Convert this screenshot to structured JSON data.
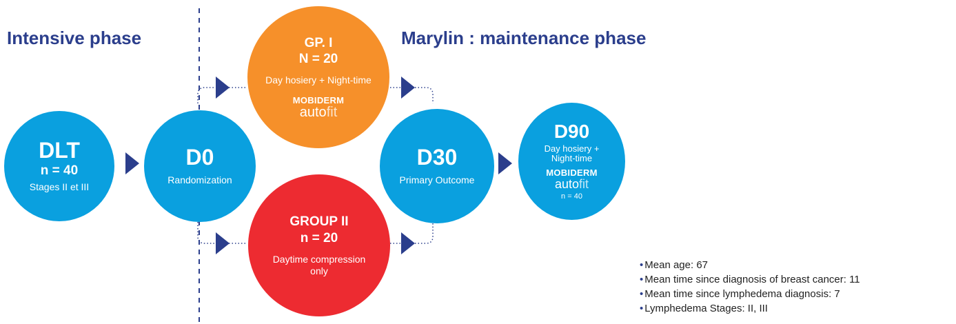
{
  "phases": {
    "intensive": "Intensive phase",
    "maintenance": "Marylin : maintenance phase"
  },
  "nodes": {
    "dlt": {
      "title": "DLT",
      "n": "n = 40",
      "desc": "Stages II et III",
      "color": "#0aa0df"
    },
    "d0": {
      "title": "D0",
      "desc": "Randomization",
      "color": "#0aa0df"
    },
    "gp1": {
      "title": "GP. I",
      "n": "N = 20",
      "desc": "Day hosiery + Night-time",
      "brand_top": "MOBIDERM",
      "brand_auto": "auto",
      "brand_fit": "fit",
      "color": "#f6902a"
    },
    "gp2": {
      "title": "GROUP II",
      "n": "n = 20",
      "desc": "Daytime compression only",
      "color": "#ed2b31"
    },
    "d30": {
      "title": "D30",
      "desc": "Primary Outcome",
      "color": "#0aa0df"
    },
    "d90": {
      "title": "D90",
      "desc": "Day hosiery + Night-time",
      "brand_top": "MOBIDERM",
      "brand_auto": "auto",
      "brand_fit": "fit",
      "n": "n = 40",
      "color": "#0aa0df"
    }
  },
  "stats": [
    "Mean age: 67",
    "Mean time since diagnosis of breast cancer: 11",
    "Mean time since lymphedema diagnosis: 7",
    "Lymphedema Stages: II, III"
  ],
  "colors": {
    "arrow": "#2b3e8c",
    "title": "#2b3e8c",
    "divider": "#2b3e8c"
  }
}
